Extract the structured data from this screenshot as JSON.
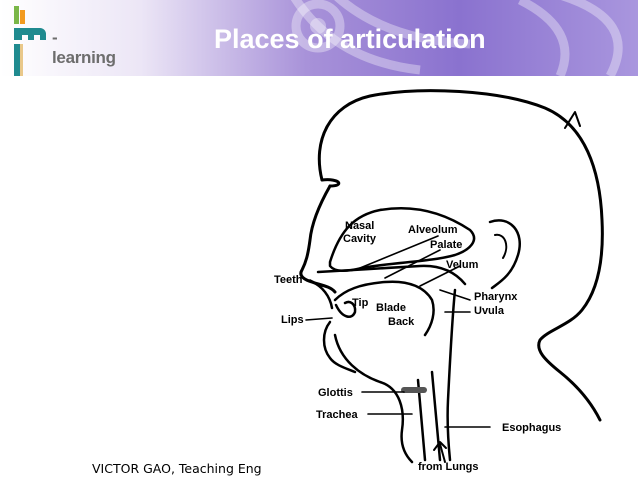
{
  "header": {
    "logo_text": "-learning",
    "title": "Places of articulation"
  },
  "diagram": {
    "labels": {
      "nasal": "Nasal",
      "cavity": "Cavity",
      "alveolum": "Alveolum",
      "palate": "Palate",
      "velum": "Velum",
      "teeth": "Teeth",
      "tip": "Tip",
      "blade": "Blade",
      "back": "Back",
      "pharynx": "Pharynx",
      "uvula": "Uvula",
      "lips": "Lips",
      "glottis": "Glottis",
      "trachea": "Trachea",
      "esophagus": "Esophagus",
      "from_lungs": "from Lungs"
    }
  },
  "footer": {
    "credit": "VICTOR GAO, Teaching Eng"
  },
  "colors": {
    "header_purple": "#8a72cf",
    "logo_green": "#7ab648",
    "logo_orange": "#f29a1f",
    "logo_teal": "#1f8a8f"
  }
}
